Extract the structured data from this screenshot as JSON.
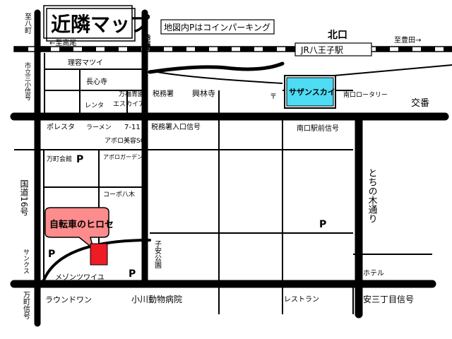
{
  "title": "近隣マップ",
  "parking_note": "地図内Pはコインパーキング",
  "highlight": {
    "label": "自転車のヒロセ",
    "bubble_color": "#ff8c8c",
    "marker_color": "#ee1c24"
  },
  "sazansukai": {
    "label": "サザンスカイ",
    "color": "#4ddcf3"
  },
  "parking_symbol": "P",
  "labels": {
    "kitaguchi": "北口",
    "to_takao": "←至高尾",
    "to_toyoda": "至豊田→",
    "jr_station": "JR八王子駅",
    "to_bunkacho": "至八町",
    "rikkyo": "陸橋",
    "riyou": "理容マツイ",
    "choshinji": "長心寺",
    "manpuku": "万福青園",
    "zeimusho": "税務署",
    "korinji": "興林寺",
    "te_mark": "〒",
    "rental": "レンタ",
    "esucaia": "エスカイア",
    "minami_rotary": "南口ロータリー",
    "koban": "交番",
    "shiritsu": "市立三小信号",
    "porestar": "ポレスタ",
    "ramen": "ラーメン",
    "seven": "7-11",
    "zeimusho_signal": "税務署入口信号",
    "minami_station_signal": "南口駅前信号",
    "apollo_salon": "アポロ美容SC",
    "mancho_kaikan": "万町会館",
    "apollo_garden": "アポロガーデン",
    "corpo": "コーポ八木",
    "tochinoki": "とちの木通り",
    "kokudo": "国道16号",
    "sankusu": "サンクス",
    "koyasu_park": "子安公園",
    "maison": "メゾンツワイユ",
    "hotel": "ホテル",
    "mancho_signal": "万町信号",
    "round": "ラウンドワン",
    "zoo_hospital": "小川動物病院",
    "restaurant": "レストラン",
    "yasumi_signal": "安三丁目信号"
  }
}
